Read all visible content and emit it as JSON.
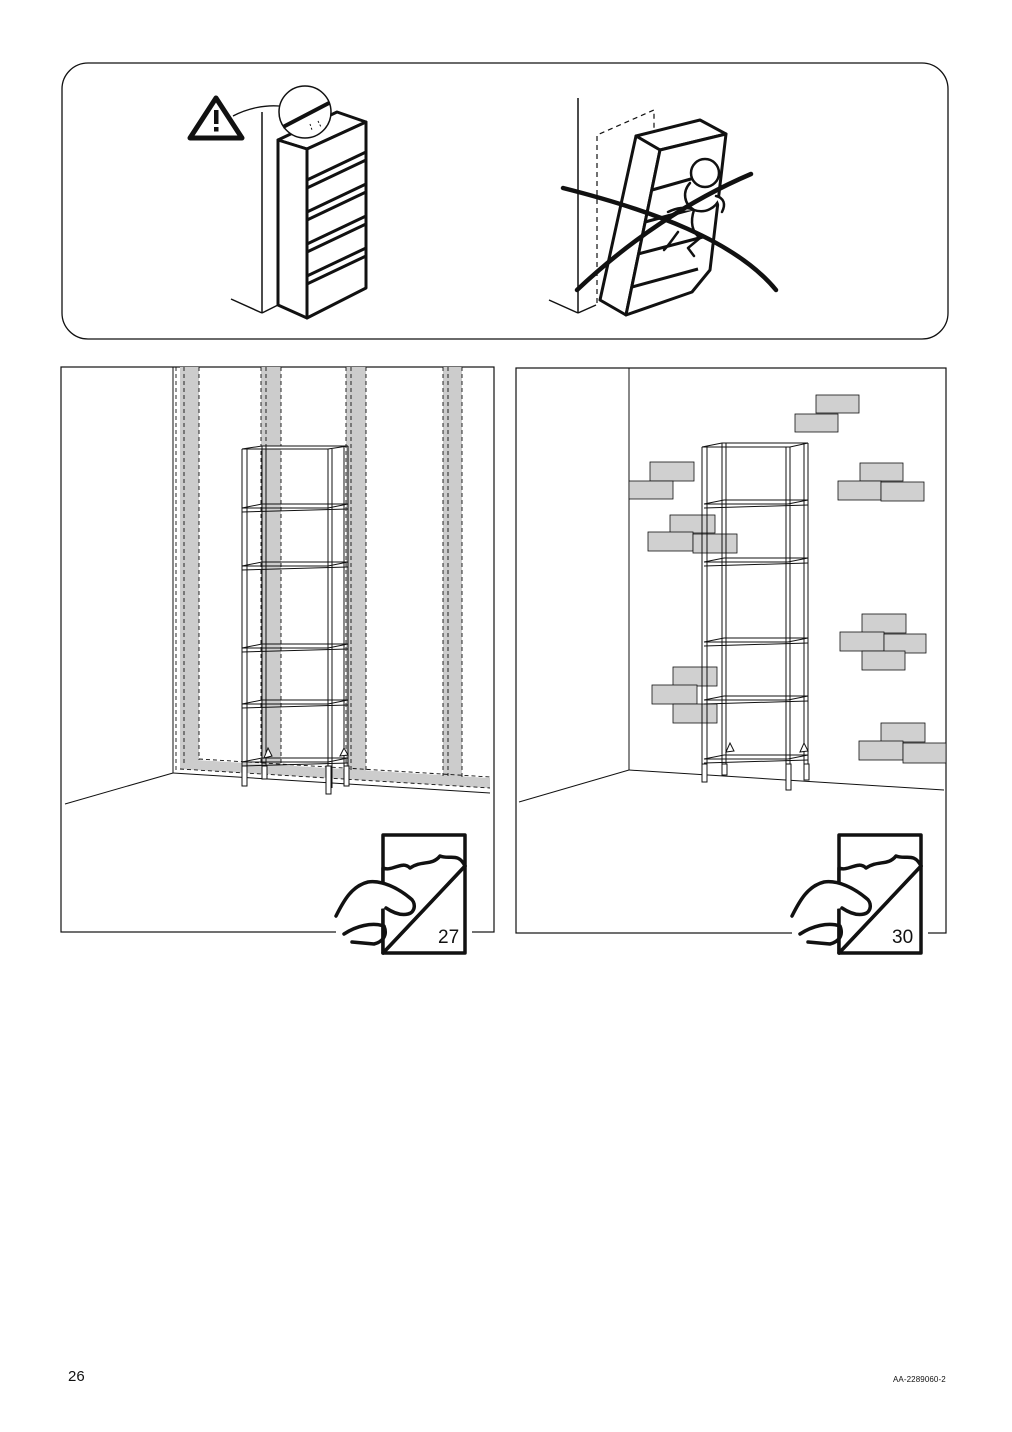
{
  "page": {
    "page_number": "26",
    "document_code": "AA-2289060-2"
  },
  "panels": {
    "wall_framing": {
      "reference_page": "27",
      "icon": "page-turn-hand-icon"
    },
    "solid_wall": {
      "reference_page": "30",
      "icon": "page-turn-hand-icon"
    }
  },
  "warning": {
    "icon": "warning-triangle-icon",
    "crossed_icon": "prohibition-cross-icon"
  },
  "colors": {
    "line": "#111111",
    "stud_fill": "#cccccc",
    "brick_fill": "#d0d0d0"
  }
}
